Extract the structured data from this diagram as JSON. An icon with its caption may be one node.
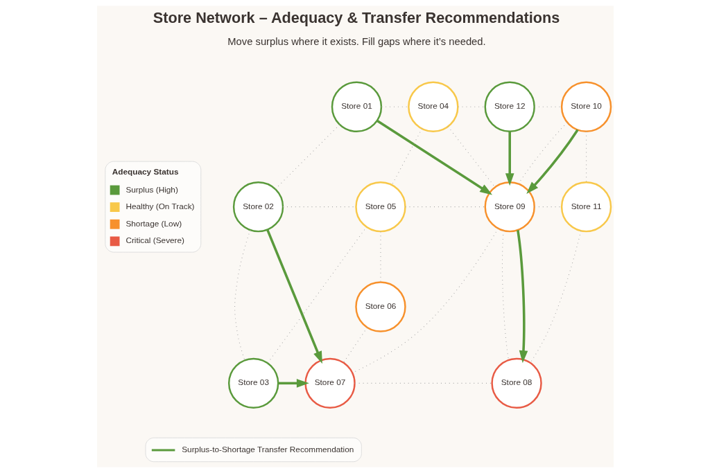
{
  "diagram": {
    "title": "Store Network – Adequacy & Transfer Recommendations",
    "nodes": [
      {
        "text": [
          "Store 01"
        ]
      },
      {
        "text": [
          "Store 02"
        ]
      },
      {
        "text": [
          "Store 03"
        ]
      },
      {
        "text": [
          "Store 04"
        ]
      },
      {
        "text": [
          "Store 05"
        ]
      },
      {
        "text": [
          "Store 06"
        ]
      },
      {
        "text": [
          "Store 07"
        ]
      },
      {
        "text": [
          "Store 08"
        ]
      },
      {
        "text": [
          "Store 09"
        ]
      },
      {
        "text": [
          "Store 10"
        ]
      },
      {
        "text": [
          "Store 11"
        ]
      },
      {
        "text": [
          "Store 12"
        ]
      }
    ],
    "edges": [
      {
        "from": 0,
        "to": 3,
        "arrow": "none",
        "style": "dashed"
      },
      {
        "from": 0,
        "to": 1,
        "arrow": "none",
        "style": "dashed"
      },
      {
        "from": 3,
        "to": 11,
        "arrow": "none",
        "style": "dashed"
      },
      {
        "from": 11,
        "to": 9,
        "arrow": "none",
        "style": "dashed"
      },
      {
        "from": 3,
        "to": 4,
        "arrow": "none",
        "style": "dashed"
      },
      {
        "from": 3,
        "to": 8,
        "arrow": "none",
        "style": "dashed"
      },
      {
        "from": 1,
        "to": 4,
        "arrow": "none",
        "style": "dashed"
      },
      {
        "from": 1,
        "to": 2,
        "arrow": "none",
        "style": "dashed"
      },
      {
        "from": 2,
        "to": 4,
        "arrow": "none",
        "style": "dashed"
      },
      {
        "from": 4,
        "to": 8,
        "arrow": "none",
        "style": "dashed"
      },
      {
        "from": 4,
        "to": 5,
        "arrow": "none",
        "style": "dashed"
      },
      {
        "from": 5,
        "to": 6,
        "arrow": "none",
        "style": "dashed"
      },
      {
        "from": 8,
        "to": 6,
        "arrow": "none",
        "style": "dashed"
      },
      {
        "from": 6,
        "to": 7,
        "arrow": "none",
        "style": "dashed"
      },
      {
        "from": 8,
        "to": 7,
        "arrow": "none",
        "style": "dashed"
      },
      {
        "from": 8,
        "to": 10,
        "arrow": "none",
        "style": "dashed"
      },
      {
        "from": 10,
        "to": 7,
        "arrow": "none",
        "style": "dashed"
      },
      {
        "from": 9,
        "to": 10,
        "arrow": "none",
        "style": "dashed"
      },
      {
        "from": 9,
        "to": 8,
        "arrow": "none",
        "style": "dashed"
      },
      {
        "from": 0,
        "to": 8,
        "arrow": "to",
        "style": "thick",
        "color": "#5a9a3c"
      },
      {
        "from": 1,
        "to": 6,
        "arrow": "to",
        "style": "thick",
        "color": "#5a9a3c"
      },
      {
        "from": 2,
        "to": 6,
        "arrow": "to",
        "style": "thick",
        "color": "#5a9a3c"
      },
      {
        "from": 11,
        "to": 8,
        "arrow": "to",
        "style": "thick",
        "color": "#5a9a3c"
      },
      {
        "from": 9,
        "to": 8,
        "arrow": "to",
        "style": "thick",
        "color": "#5a9a3c"
      },
      {
        "from": 8,
        "to": 7,
        "arrow": "to",
        "style": "thick",
        "color": "#5a9a3c"
      }
    ],
    "labels": [
      "Move surplus where it exists. Fill gaps where it’s needed.",
      "Adequacy Status"
    ],
    "legend": [
      {
        "text": "Surplus (High)",
        "color": "#5a9a3c"
      },
      {
        "text": "Healthy (On Track)",
        "color": "#f8c84a"
      },
      {
        "text": "Shortage (Low)",
        "color": "#f7912c"
      },
      {
        "text": "Critical (Severe)",
        "color": "#e85b45"
      },
      {
        "text": "Surplus-to-Shortage Transfer Recommendation"
      }
    ]
  }
}
